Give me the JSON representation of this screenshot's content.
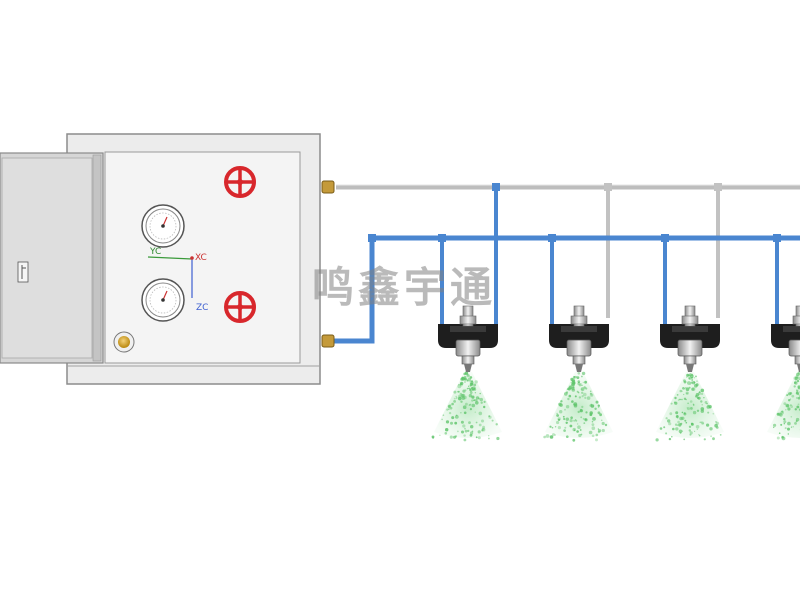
{
  "watermark_text": "鸣鑫宇通",
  "axes": {
    "yc": "YC",
    "xc": "XC",
    "zc": "ZC"
  },
  "colors": {
    "cabinet_fill": "#e9e9e9",
    "cabinet_stroke": "#8c8c8c",
    "door_fill": "#d9d9d9",
    "water_pipe": "#4a86d0",
    "air_pipe": "#c9c9c9",
    "valve_red": "#d8272c",
    "mist_green": "#5ec46a",
    "fitting_gold": "#c49a3a",
    "nozzle_black": "#1e1e1e"
  },
  "icons": {
    "valve": "red-handwheel-valve-icon",
    "gauge": "pressure-gauge-icon",
    "nozzle": "spray-nozzle-icon",
    "indicator": "indicator-lamp-icon",
    "handle": "door-handle-icon"
  },
  "nozzle_count": 4
}
